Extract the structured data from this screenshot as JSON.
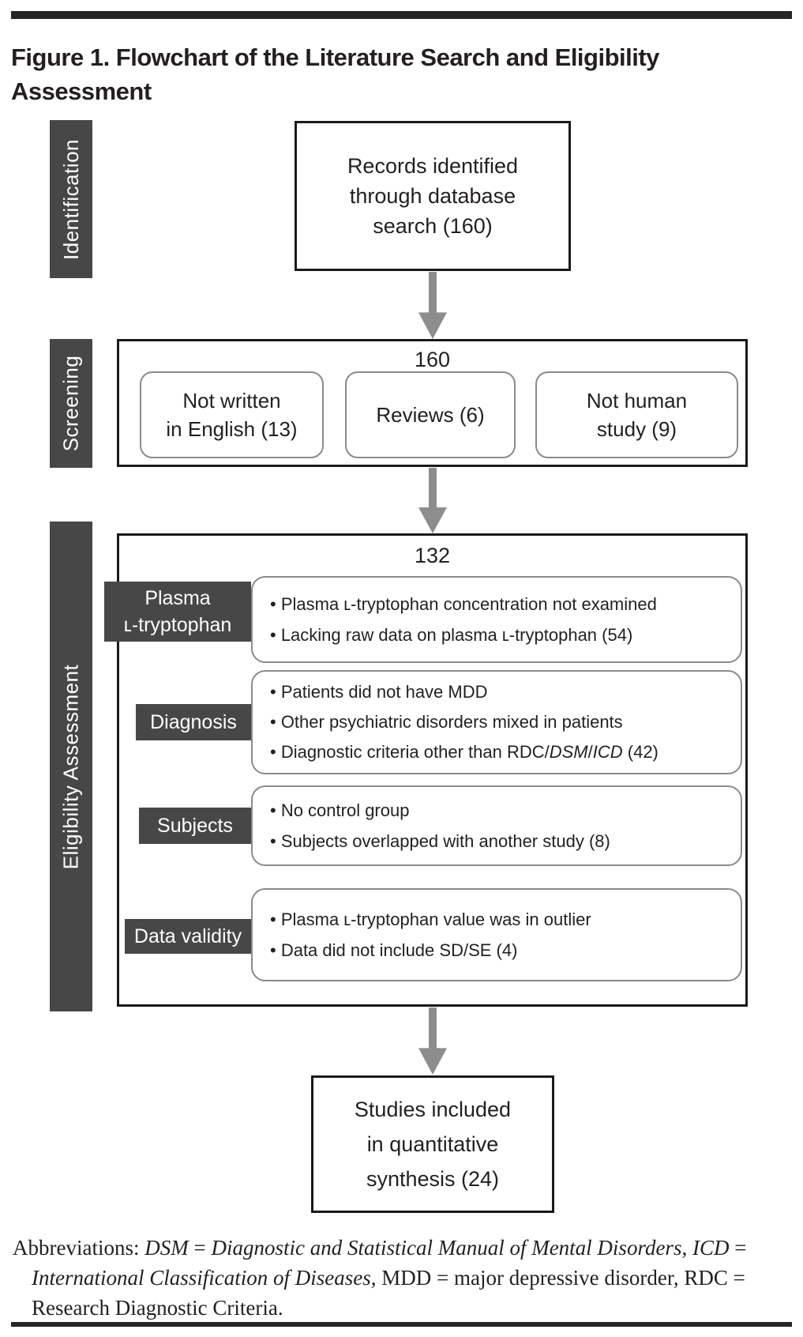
{
  "colors": {
    "rule_bar": "#262626",
    "stage_label_bg": "#474747",
    "stage_label_text": "#ffffff",
    "arrow": "#8d8d8d",
    "box_border": "#1a1a1a",
    "rounded_border": "#8a8a8a",
    "text": "#231f20",
    "page_bg": "#ffffff"
  },
  "figure_title": {
    "lines": [
      "Figure 1. Flowchart of the Literature Search and Eligibility",
      "Assessment"
    ]
  },
  "identification": {
    "stage_label": "Identification",
    "records_box": {
      "lines": [
        "Records identified",
        "through database",
        "search (160)"
      ],
      "count": "160"
    }
  },
  "screening": {
    "stage_label": "Screening",
    "count": "160",
    "exclusions": [
      {
        "lines": [
          "Not written",
          "in English (13)"
        ],
        "count": "13"
      },
      {
        "lines": [
          "Reviews (6)"
        ],
        "count": "6"
      },
      {
        "lines": [
          "Not human",
          "study (9)"
        ],
        "count": "9"
      }
    ]
  },
  "eligibility": {
    "stage_label": "Eligibility Assessment",
    "count": "132",
    "rows": [
      {
        "category_lines": [
          "Plasma",
          "ʟ-tryptophan"
        ],
        "count": "54",
        "bullets": [
          [
            {
              "t": "• Plasma ʟ-tryptophan concentration not examined"
            }
          ],
          [
            {
              "t": "• Lacking raw data on plasma ʟ-tryptophan (54)"
            }
          ]
        ]
      },
      {
        "category_lines": [
          "Diagnosis"
        ],
        "count": "42",
        "bullets": [
          [
            {
              "t": "• Patients did not have MDD"
            }
          ],
          [
            {
              "t": "• Other psychiatric disorders mixed in patients"
            }
          ],
          [
            {
              "t": "• Diagnostic criteria other than RDC/"
            },
            {
              "t": "DSM",
              "i": true
            },
            {
              "t": "/"
            },
            {
              "t": "ICD",
              "i": true
            },
            {
              "t": " (42)"
            }
          ]
        ]
      },
      {
        "category_lines": [
          "Subjects"
        ],
        "count": "8",
        "bullets": [
          [
            {
              "t": "• No control group"
            }
          ],
          [
            {
              "t": "• Subjects overlapped with another study (8)"
            }
          ]
        ]
      },
      {
        "category_lines": [
          "Data validity"
        ],
        "count": "4",
        "bullets": [
          [
            {
              "t": "• Plasma ʟ-tryptophan value was in outlier"
            }
          ],
          [
            {
              "t": "• Data did not include SD/SE (4)"
            }
          ]
        ]
      }
    ]
  },
  "included": {
    "lines": [
      "Studies included",
      "in quantitative",
      "synthesis (24)"
    ],
    "count": "24"
  },
  "abbreviations": {
    "segments": [
      {
        "t": "Abbreviations: "
      },
      {
        "t": "DSM",
        "i": true
      },
      {
        "t": " = "
      },
      {
        "t": "Diagnostic and Statistical Manual of Mental Disorders,",
        "i": true
      },
      {
        "t": " "
      },
      {
        "t": "ICD",
        "i": true
      },
      {
        "t": " = "
      },
      {
        "t": "International Classification of Diseases,",
        "i": true
      },
      {
        "t": " MDD = major depressive disorder, RDC = Research Diagnostic Criteria."
      }
    ]
  }
}
